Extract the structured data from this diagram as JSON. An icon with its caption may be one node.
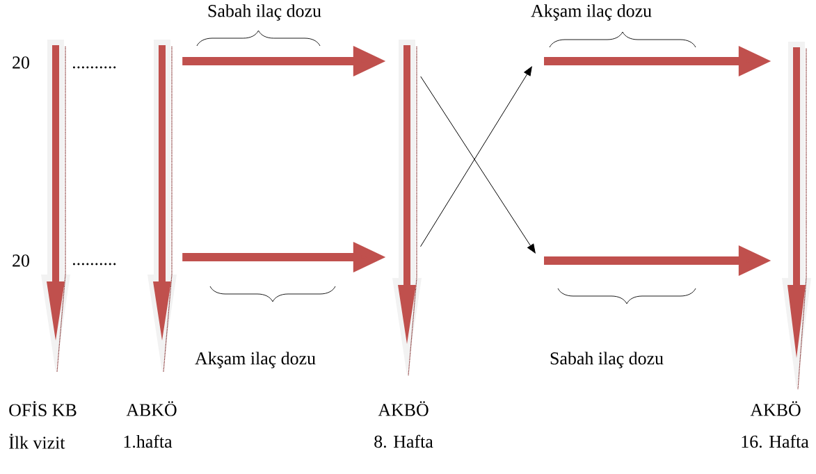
{
  "diagram": {
    "nodes": [
      {
        "text": [],
        "shape": "arrow",
        "beside": [
          "OFİS KB",
          "İlk vizit"
        ]
      },
      {
        "text": [],
        "shape": "arrow",
        "beside": [
          "ABKÖ",
          "1.hafta"
        ]
      },
      {
        "text": [],
        "shape": "arrow",
        "beside": [
          "AKBÖ",
          "8. Hafta"
        ]
      },
      {
        "text": [],
        "shape": "arrow",
        "beside": [
          "AKBÖ",
          "16. Hafta"
        ]
      }
    ],
    "edges": [
      {
        "from": 1,
        "to": 2,
        "arrow": "to",
        "color": "#c0504d"
      },
      {
        "from": 1,
        "to": 2,
        "arrow": "to",
        "color": "#c0504d"
      },
      {
        "from": null,
        "to": 3,
        "arrow": "to",
        "color": "#c0504d"
      },
      {
        "from": null,
        "to": 3,
        "arrow": "to",
        "color": "#c0504d"
      },
      {
        "from": 2,
        "to": null,
        "arrow": "to",
        "color": "#000000"
      },
      {
        "from": 2,
        "to": null,
        "arrow": "to",
        "color": "#000000"
      }
    ],
    "labels": [
      "Sabah ilaç dozu",
      "Akşam ilaç dozu",
      "20",
      "..........",
      "20",
      "..........",
      "Akşam ilaç dozu",
      "Sabah ilaç dozu"
    ]
  }
}
